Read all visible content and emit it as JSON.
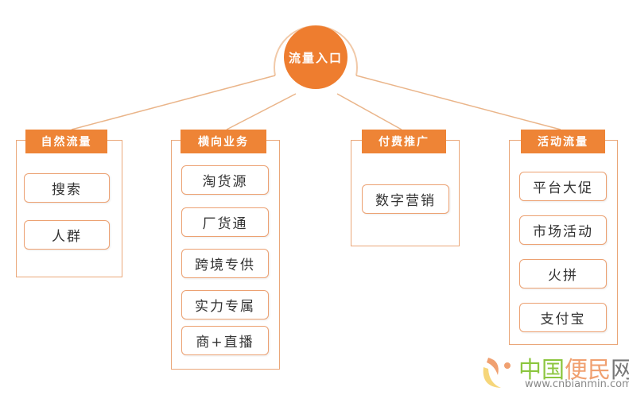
{
  "center": {
    "label": "流量入口"
  },
  "columns": [
    {
      "header": "自然流量",
      "items": [
        "搜索",
        "人群"
      ]
    },
    {
      "header": "横向业务",
      "items": [
        "淘货源",
        "厂货通",
        "跨境专供",
        "实力专属",
        "商+直播"
      ]
    },
    {
      "header": "付费推广",
      "items": [
        "数字营销"
      ]
    },
    {
      "header": "活动流量",
      "items": [
        "平台大促",
        "市场活动",
        "火拼",
        "支付宝"
      ]
    }
  ],
  "watermark": {
    "name_parts": [
      "中国",
      "便民",
      "网"
    ],
    "url": "www.cnbianmin.com"
  },
  "colors": {
    "accent": "#ee8436",
    "border": "#eaa779",
    "wm_green": "#8cc63f",
    "wm_orange": "#f0a070",
    "wm_gray": "#777777"
  }
}
